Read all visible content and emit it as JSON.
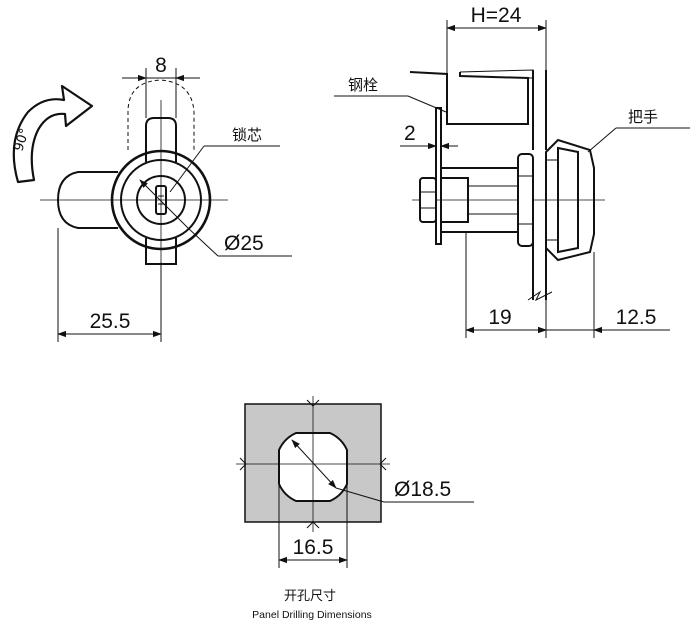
{
  "front_view": {
    "dim_width_top": "8",
    "dim_width_bottom": "25.5",
    "label_core": "锁芯",
    "dim_diameter": "Ø25",
    "rotation": "90°"
  },
  "side_view": {
    "dim_h": "H=24",
    "label_bolt": "钢栓",
    "dim_gap": "2",
    "label_handle": "把手",
    "dim_depth": "19",
    "dim_handle": "12.5"
  },
  "cutout": {
    "dim_diameter": "Ø18.5",
    "dim_width": "16.5",
    "caption_cn": "开孔尺寸",
    "caption_en": "Panel Drilling Dimensions",
    "panel_color": "#c8c8c8"
  }
}
